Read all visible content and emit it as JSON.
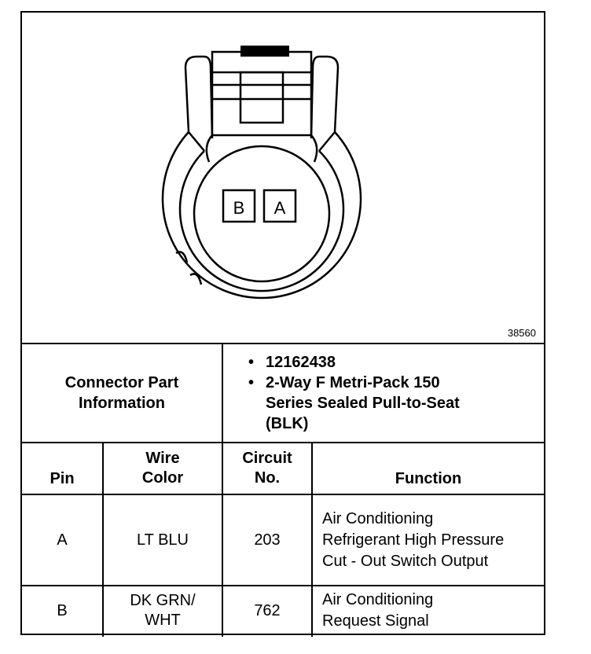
{
  "figure": {
    "number": "38560",
    "cavities": [
      "B",
      "A"
    ]
  },
  "part_info": {
    "label": "Connector Part Information",
    "items": [
      "12162438",
      "2-Way F Metri-Pack 150 Series Sealed Pull-to-Seat (BLK)"
    ]
  },
  "table": {
    "headers": {
      "pin": "Pin",
      "wire_color": "Wire Color",
      "circuit": "Circuit No.",
      "function": "Function"
    },
    "rows": [
      {
        "pin": "A",
        "wire_color": "LT BLU",
        "circuit": "203",
        "function": "Air Conditioning Refrigerant High Pressure Cut - Out Switch Output"
      },
      {
        "pin": "B",
        "wire_color": "DK GRN/ WHT",
        "circuit": "762",
        "function": "Air Conditioning Request Signal"
      }
    ]
  }
}
